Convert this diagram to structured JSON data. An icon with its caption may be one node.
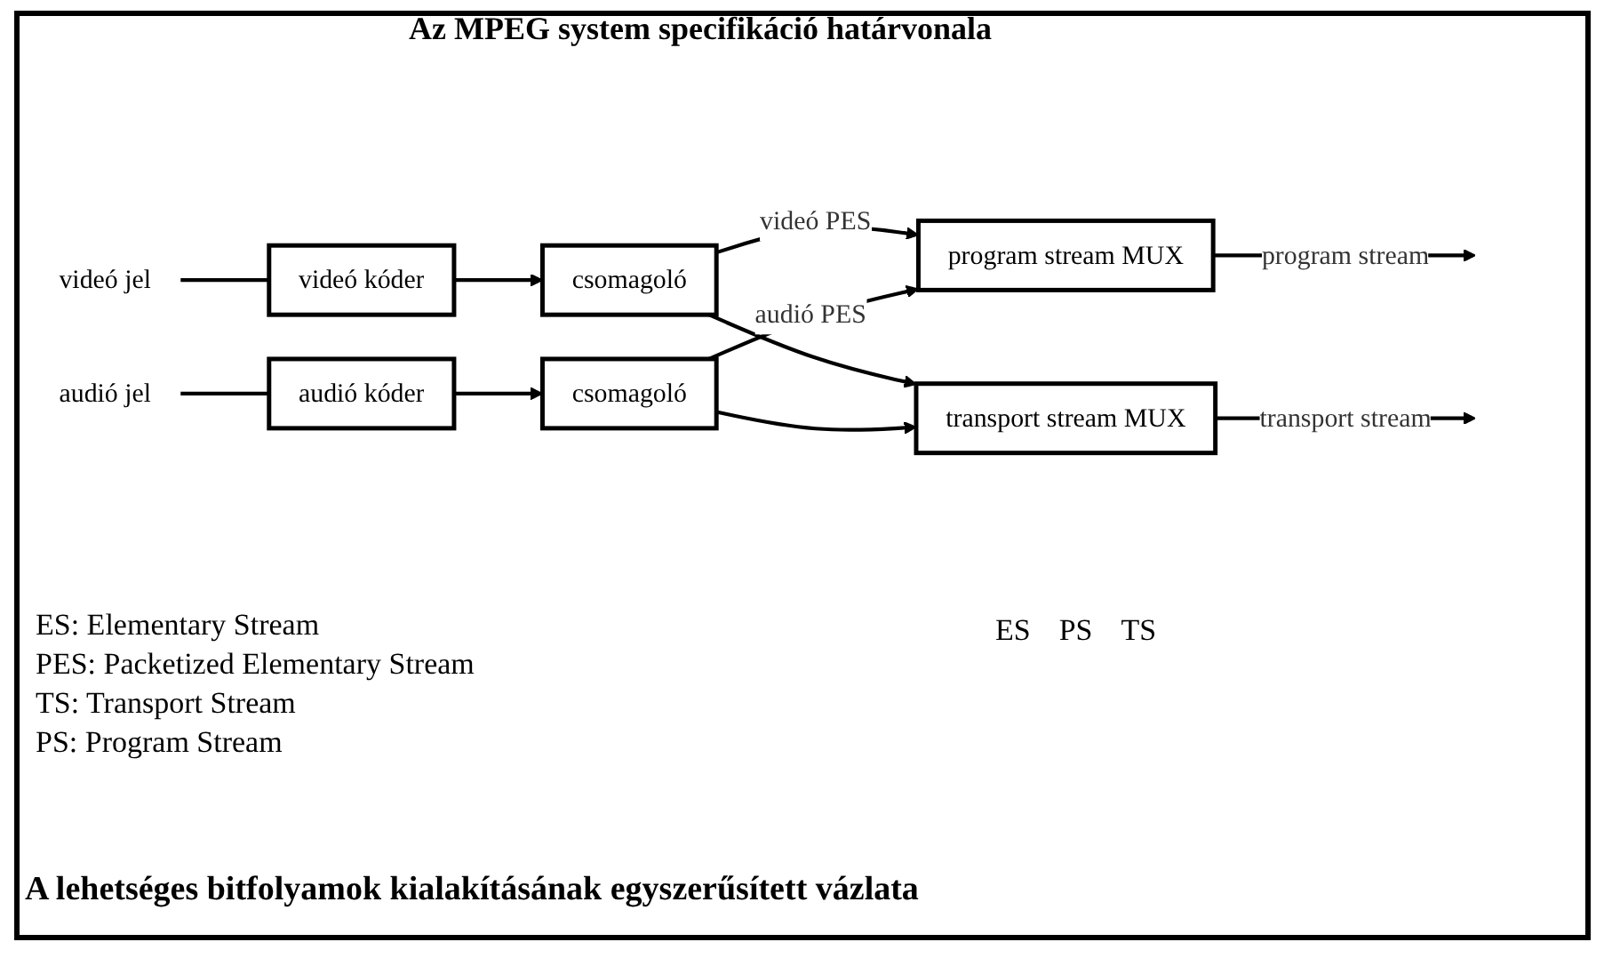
{
  "diagram": {
    "caption": "A lehetséges bitfolyamok kialakításának egyszerűsített vázlata",
    "nodes": [
      {
        "text": [
          "videó jel"
        ]
      },
      {
        "text": [
          "videó kóder"
        ]
      },
      {
        "text": [
          "audió jel"
        ]
      },
      {
        "text": [
          "audió kóder"
        ]
      },
      {
        "text": [
          "csomagoló"
        ]
      },
      {
        "text": [
          "csomagoló"
        ]
      },
      {
        "text": [
          "program stream MUX"
        ]
      },
      {
        "text": [
          "transport stream MUX"
        ]
      }
    ],
    "edges": [
      {
        "from": 0,
        "to": 1,
        "arrow": "none"
      },
      {
        "from": 2,
        "to": 3,
        "arrow": "none"
      },
      {
        "from": 1,
        "to": 4,
        "arrow": "to"
      },
      {
        "from": 3,
        "to": 5,
        "arrow": "to"
      },
      {
        "from": 4,
        "to": 6,
        "arrow": "to",
        "label": "videó PES"
      },
      {
        "from": 4,
        "to": 7,
        "arrow": "to"
      },
      {
        "from": 5,
        "to": 6,
        "arrow": "to",
        "label": "audió PES"
      },
      {
        "from": 5,
        "to": 7,
        "arrow": "to"
      },
      {
        "from": 6,
        "to": null,
        "arrow": "to",
        "label": "program stream"
      },
      {
        "from": 7,
        "to": null,
        "arrow": "to",
        "label": "transport stream"
      }
    ],
    "labels": [
      "Az MPEG system specifikáció határvonala",
      "ES",
      "PS",
      "TS",
      "ES: Elementary Stream",
      "PES: Packetized Elementary Stream",
      "TS: Transport Stream",
      "PS: Program Stream"
    ]
  }
}
